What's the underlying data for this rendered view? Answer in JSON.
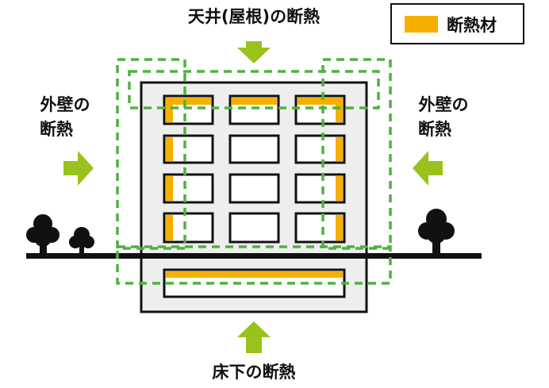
{
  "labels": {
    "roof": "天井(屋根)の断熱",
    "wall_left_1": "外壁の",
    "wall_left_2": "断熱",
    "wall_right_1": "外壁の",
    "wall_right_2": "断熱",
    "floor": "床下の断熱"
  },
  "legend": {
    "insulation": "断熱材"
  },
  "colors": {
    "insulation": "#f5b000",
    "dash": "#4db33d",
    "arrow": "#99c31c",
    "building": "#eeeeee"
  }
}
